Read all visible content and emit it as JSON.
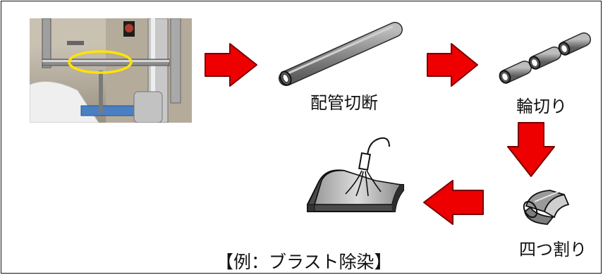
{
  "steps": {
    "pipe_cutting": "配管切断",
    "ring_cutting": "輪切り",
    "quartering": "四つ割り"
  },
  "caption": "【例：ブラスト除染】",
  "colors": {
    "arrow_fill": "#ee0000",
    "arrow_stroke": "#7a0000",
    "pipe_fill": "#8c8c8c",
    "highlight_ellipse": "#ffe400"
  },
  "photo": {
    "subject": "industrial piping photograph with highlighted pipe section"
  }
}
